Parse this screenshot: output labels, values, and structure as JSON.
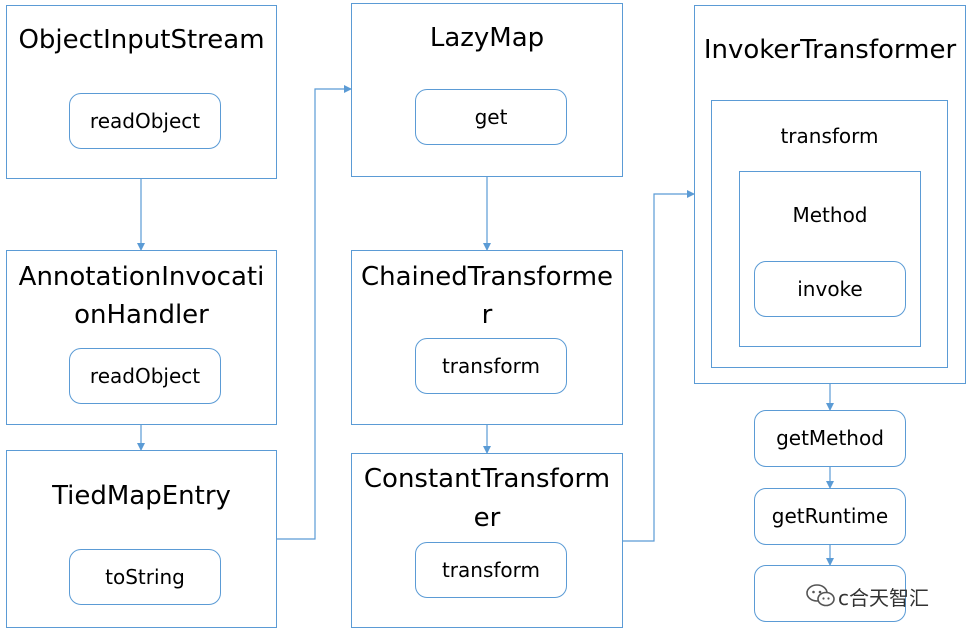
{
  "colors": {
    "border": "#5b9bd5",
    "connector": "#5b9bd5",
    "text": "#000000",
    "background": "#ffffff"
  },
  "nodes": {
    "object_input_stream": {
      "title": "ObjectInputStream",
      "method": "readObject"
    },
    "annotation_invocation_handler": {
      "title_line1": "AnnotationInvocati",
      "title_line2": "onHandler",
      "method": "readObject"
    },
    "tied_map_entry": {
      "title": "TiedMapEntry",
      "method": "toString"
    },
    "lazy_map": {
      "title": "LazyMap",
      "method": "get"
    },
    "chained_transformer": {
      "title_line1": "ChainedTransforme",
      "title_line2": "r",
      "method": "transform"
    },
    "constant_transformer": {
      "title_line1": "ConstantTransform",
      "title_line2": "er",
      "method": "transform"
    },
    "invoker_transformer": {
      "title": "InvokerTransformer",
      "transform_label": "transform",
      "method_label": "Method",
      "invoke": "invoke"
    }
  },
  "chain_steps": [
    "getMethod",
    "getRuntime",
    ""
  ],
  "watermark": {
    "icon": "wechat-icon",
    "text": "c合天智汇"
  }
}
